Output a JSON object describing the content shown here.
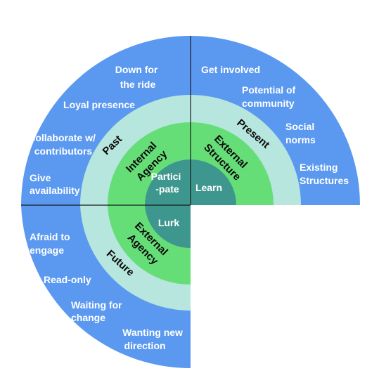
{
  "colors": {
    "outer": "#5b99f0",
    "ring": "#b6e6dd",
    "agency": "#66de78",
    "core": "#3d978e",
    "divider": "#1b1b1b",
    "white_text": "#ffffff",
    "dark_text": "#0a0a0a"
  },
  "outer_ring": {
    "past_items": [
      "Down for the ride",
      "Loyal presence",
      "Collaborate w/ contributors",
      "Give availability"
    ],
    "present_items": [
      "Get involved",
      "Potential of community",
      "Social norms",
      "Existing Structures"
    ],
    "future_items": [
      "Afraid to engage",
      "Read-only",
      "Waiting for change",
      "Wanting new direction"
    ]
  },
  "time_ring": {
    "past": "Past",
    "present": "Present",
    "future": "Future"
  },
  "agency_ring": {
    "internal_agency": "Internal Agency",
    "external_structure": "External Structure",
    "external_agency": "External Agency"
  },
  "core": {
    "participate": "Partici -pate",
    "learn": "Learn",
    "lurk": "Lurk"
  }
}
